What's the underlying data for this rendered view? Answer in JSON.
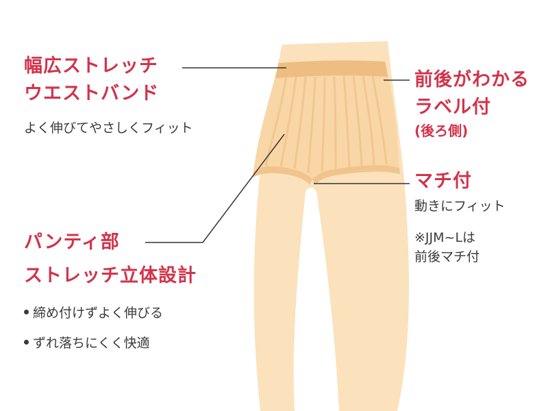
{
  "waistband": {
    "title_line1": "幅広ストレッチ",
    "title_line2": "ウエストバンド",
    "desc": "よく伸びてやさしくフィット"
  },
  "label": {
    "title_line1": "前後がわかる",
    "title_line2": "ラベル付",
    "note": "(後ろ側)"
  },
  "gusset": {
    "title": "マチ付",
    "desc": "動きにフィット",
    "note_line1": "※JJM~Lは",
    "note_line2": "前後マチ付"
  },
  "panty": {
    "title_line1": "パンティ部",
    "title_line2": "ストレッチ立体設計",
    "bullets": [
      "締め付けずよく伸びる",
      "ずれ落ちにくく快適"
    ]
  },
  "colors": {
    "accent_red": "#d2334a",
    "skin": "#fbe2bd",
    "panty": "#f8d6a6",
    "band": "#eebd82",
    "stripe": "#f2c690",
    "leader": "#333333"
  }
}
